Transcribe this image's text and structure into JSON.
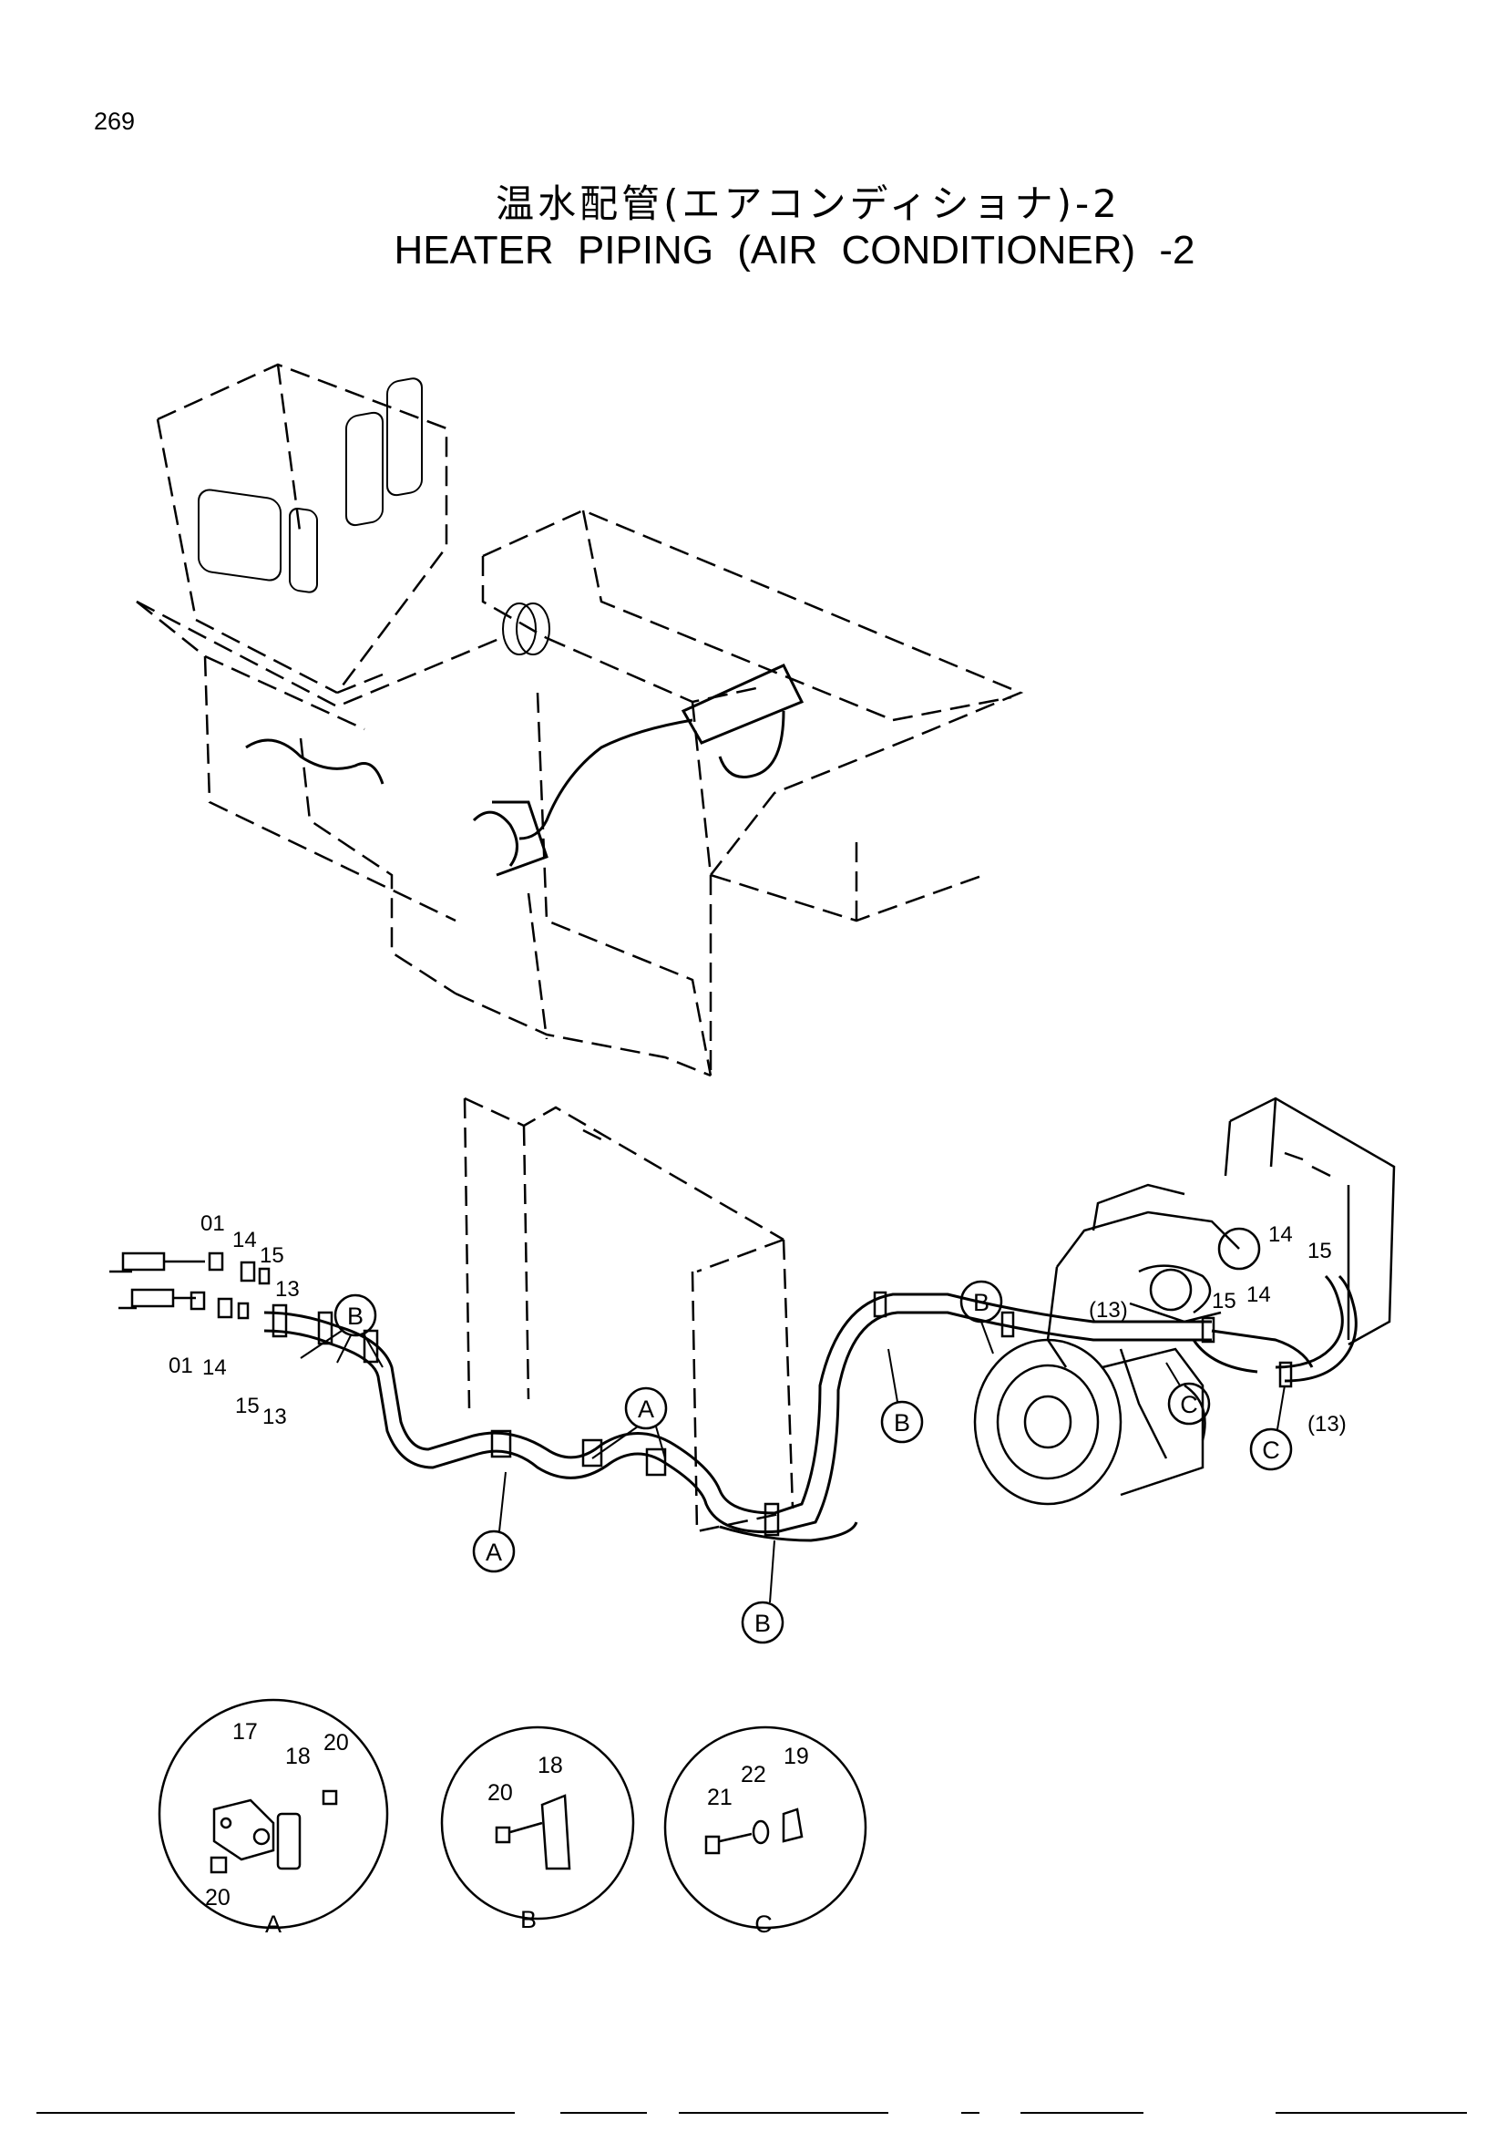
{
  "page_number": "269",
  "title_ja": "温水配管(エアコンディショナ)-2",
  "title_en": "HEATER  PIPING (AIR  CONDITIONER) -2",
  "callouts": {
    "A": "A",
    "B": "B",
    "C": "C"
  },
  "part_numbers": {
    "p01": "01",
    "p13": "13",
    "p14": "14",
    "p15": "15",
    "p13_paren": "(13)",
    "p17": "17",
    "p18": "18",
    "p19": "19",
    "p20": "20",
    "p21": "21",
    "p22": "22"
  },
  "detail_views": [
    {
      "label": "A"
    },
    {
      "label": "B"
    },
    {
      "label": "C"
    }
  ]
}
